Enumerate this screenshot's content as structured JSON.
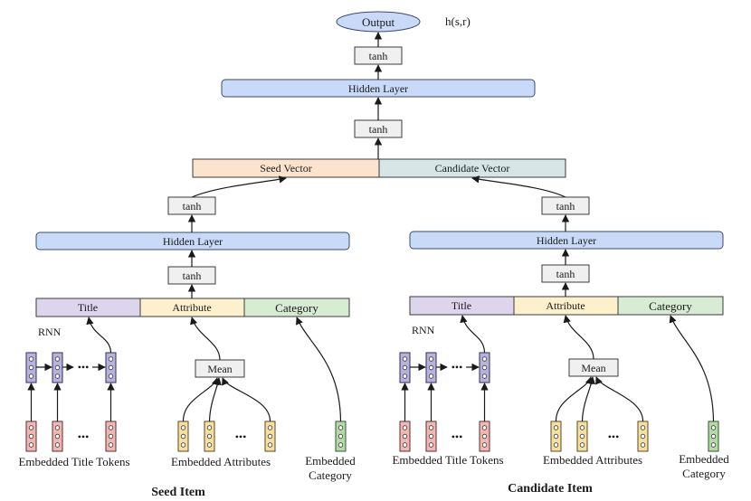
{
  "top": {
    "output_label": "Output",
    "score_label": "h(s,r)",
    "tanh_top": "tanh",
    "hidden_layer": "Hidden Layer",
    "tanh_mid": "tanh",
    "seed_vector": "Seed Vector",
    "candidate_vector": "Candidate Vector"
  },
  "seed": {
    "tanh_upper": "tanh",
    "hidden_layer": "Hidden Layer",
    "tanh_lower": "tanh",
    "title": "Title",
    "attribute": "Attribute",
    "category": "Category",
    "rnn": "RNN",
    "mean": "Mean",
    "embedded_title_tokens": "Embedded Title Tokens",
    "embedded_attributes": "Embedded Attributes",
    "embedded_category_line1": "Embedded",
    "embedded_category_line2": "Category",
    "ellipsis": "•••",
    "section_label": "Seed Item"
  },
  "candidate": {
    "tanh_upper": "tanh",
    "hidden_layer": "Hidden Layer",
    "tanh_lower": "tanh",
    "title": "Title",
    "attribute": "Attribute",
    "category": "Category",
    "rnn": "RNN",
    "mean": "Mean",
    "embedded_title_tokens": "Embedded Title Tokens",
    "embedded_attributes": "Embedded Attributes",
    "embedded_category_line1": "Embedded",
    "embedded_category_line2": "Category",
    "ellipsis": "•••",
    "section_label": "Candidate Item"
  }
}
